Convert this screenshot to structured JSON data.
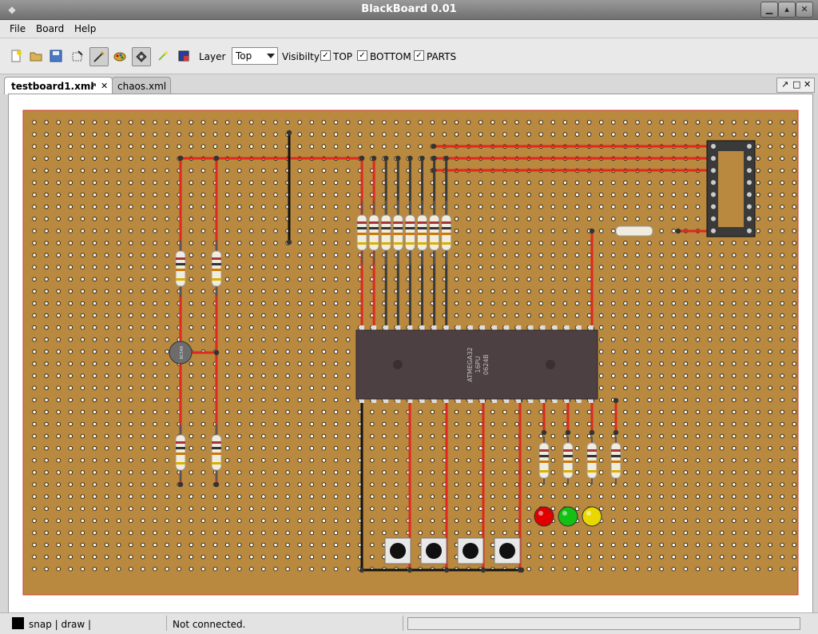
{
  "window": {
    "title": "BlackBoard 0.01"
  },
  "menu": {
    "items": [
      "File",
      "Board",
      "Help"
    ]
  },
  "toolbar": {
    "layer_label": "Layer",
    "layer_value": "Top",
    "visibility_label": "Visibilty",
    "visibility": [
      {
        "label": "TOP",
        "checked": true
      },
      {
        "label": "BOTTOM",
        "checked": true
      },
      {
        "label": "PARTS",
        "checked": true
      }
    ],
    "tools": [
      "new-icon",
      "open-icon",
      "save-icon",
      "select-icon",
      "draw-wire-icon",
      "palette-icon",
      "part-icon",
      "probe-icon",
      "color-icon"
    ]
  },
  "tabs": [
    {
      "label": "testboard1.xml",
      "active": true
    },
    {
      "label": "chaos.xml",
      "active": false
    }
  ],
  "board": {
    "colors": {
      "board": "#b8893f",
      "wire_red": "#e0281e",
      "wire_black": "#111111",
      "chip": "#4d4042"
    },
    "chip": {
      "label_line1": "ATMEGA32",
      "label_line2": "16PU",
      "label_line3": "0624B"
    },
    "transistor_label": "BC548"
  },
  "status": {
    "mode": "snap | draw |",
    "connection": "Not connected."
  }
}
